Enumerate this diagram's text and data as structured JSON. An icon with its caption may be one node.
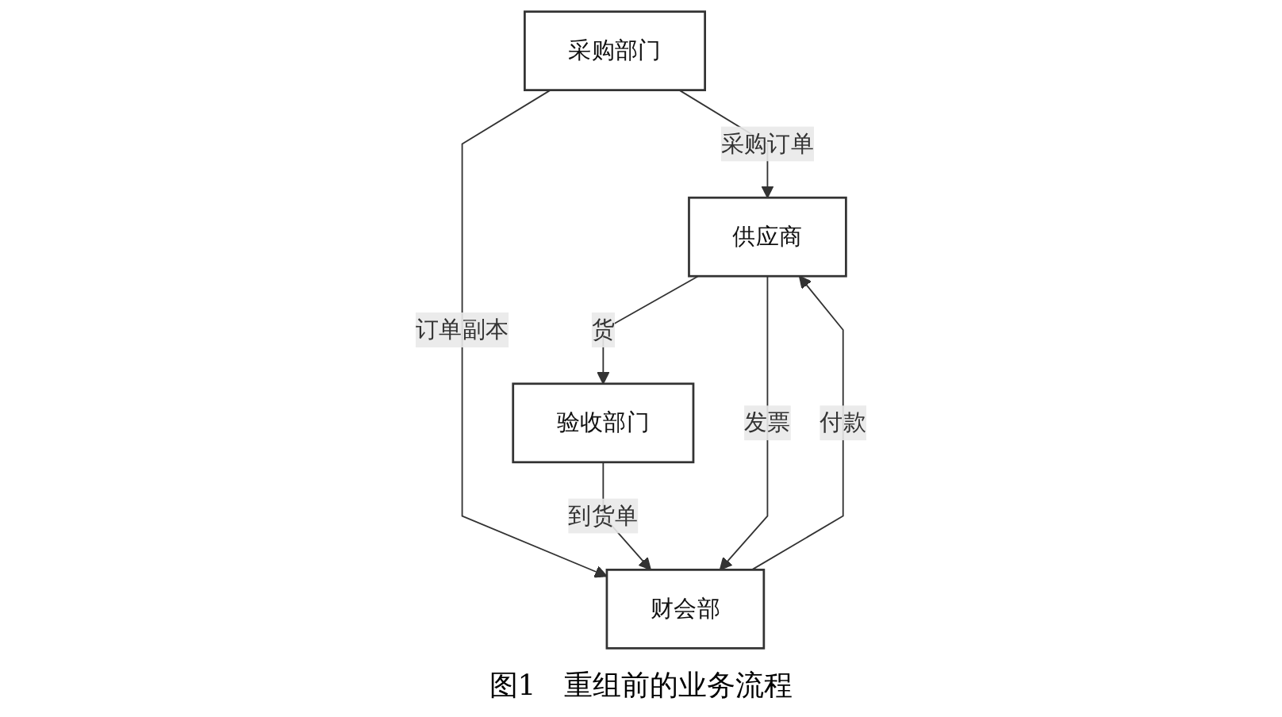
{
  "diagram": {
    "caption": "图1　重组前的业务流程",
    "nodes": [
      {
        "text": [
          "采购部门"
        ]
      },
      {
        "text": [
          "供应商"
        ]
      },
      {
        "text": [
          "验收部门"
        ]
      },
      {
        "text": [
          "财会部"
        ]
      }
    ],
    "edges": [
      {
        "from": 0,
        "to": 1,
        "arrow": "to",
        "label": "采购订单"
      },
      {
        "from": 0,
        "to": 3,
        "arrow": "to",
        "label": "订单副本"
      },
      {
        "from": 1,
        "to": 2,
        "arrow": "to",
        "label": "货"
      },
      {
        "from": 2,
        "to": 3,
        "arrow": "to",
        "label": "到货单"
      },
      {
        "from": 1,
        "to": 3,
        "arrow": "to",
        "label": "发票"
      },
      {
        "from": 3,
        "to": 1,
        "arrow": "to",
        "label": "付款"
      }
    ]
  }
}
